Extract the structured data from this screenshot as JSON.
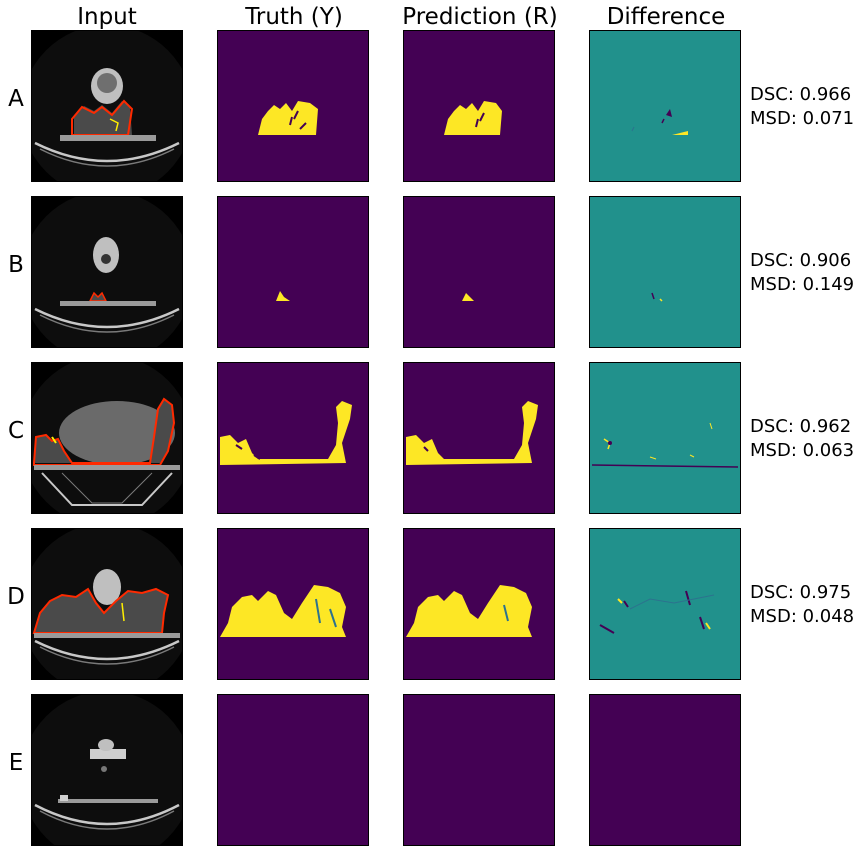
{
  "columns": {
    "input": "Input",
    "truth": "Truth (Y)",
    "prediction": "Prediction (R)",
    "difference": "Difference"
  },
  "colors": {
    "background_mask": "#440154",
    "foreground_mask": "#fde725",
    "difference_zero": "#21918c",
    "difference_neg": "#440154",
    "difference_pos": "#fde725",
    "contour_outer": "#ff2a00",
    "contour_inner": "#ffee00"
  },
  "rows": [
    {
      "label": "A",
      "dsc": "DSC: 0.966",
      "msd": "MSD: 0.071"
    },
    {
      "label": "B",
      "dsc": "DSC: 0.906",
      "msd": "MSD: 0.149"
    },
    {
      "label": "C",
      "dsc": "DSC: 0.962",
      "msd": "MSD: 0.063"
    },
    {
      "label": "D",
      "dsc": "DSC: 0.975",
      "msd": "MSD: 0.048"
    },
    {
      "label": "E",
      "dsc": "",
      "msd": ""
    }
  ]
}
